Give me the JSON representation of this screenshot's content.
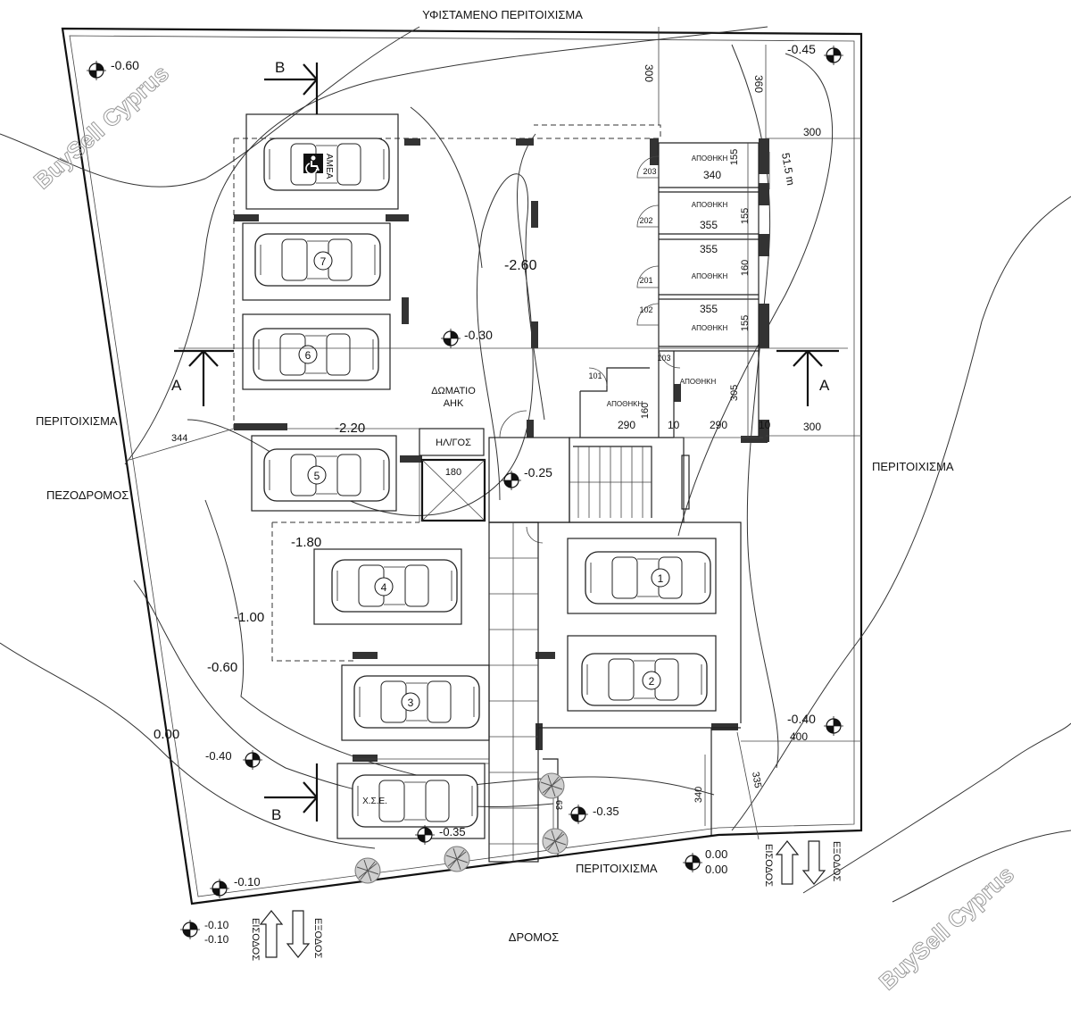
{
  "labels": {
    "existing_wall": "ΥΦΙΣΤΑΜΕΝΟ ΠΕΡΙΤΟΙΧΙΣΜΑ",
    "wall_left": "ΠΕΡΙΤΟΙΧΙΣΜΑ",
    "wall_right": "ΠΕΡΙΤΟΙΧΙΣΜΑ",
    "wall_bottom": "ΠΕΡΙΤΟΙΧΙΣΜΑ",
    "sidewalk": "ΠΕΖΟΔΡΟΜΟΣ",
    "road": "ΔΡΟΜΟΣ",
    "electrical_room_1": "ΔΩΜΑΤΙΟ",
    "electrical_room_2": "ΑΗΚ",
    "lift": "ΗΛ/ΓΟΣ",
    "lift_size": "180",
    "storage": "ΑΠΟΘΗΚΗ",
    "disabled": "ΑΜΕΑ",
    "xse": "Χ.Σ.Ε.",
    "entrance": "ΕΙΣΟΔΟΣ",
    "exit": "ΕΞΟΔΟΣ",
    "sec_a": "A",
    "sec_b": "B",
    "boundary_len": "51.5 m"
  },
  "levels": {
    "l1": "-0.60",
    "l2": "-0.45",
    "l3": "-2.60",
    "l4": "-0.30",
    "l5": "-2.20",
    "l6": "-0.25",
    "l7": "-1.80",
    "l8": "-1.00",
    "l9": "-0.60",
    "l10": "0.00",
    "l11": "-0.40",
    "l12": "-0.40",
    "l13": "-0.35",
    "l14": "-0.35",
    "l15": "0.00",
    "l16": "0.00",
    "l17": "-0.10",
    "l18": "-0.10",
    "l19": "-0.10"
  },
  "dims": {
    "d300a": "300",
    "d360": "360",
    "d300b": "300",
    "d340": "340",
    "d155a": "155",
    "d355a": "355",
    "d155b": "155",
    "d355b": "355",
    "d160a": "160",
    "d355c": "355",
    "d155c": "155",
    "d305": "305",
    "d160b": "160",
    "d290a": "290",
    "d10a": "10",
    "d290b": "290",
    "d10b": "10",
    "d300c": "300",
    "d344": "344",
    "d400": "400",
    "d335": "335",
    "d340b": "340",
    "d63": "63"
  },
  "rooms": {
    "r203": "203",
    "r202": "202",
    "r201": "201",
    "r102": "102",
    "r103": "103",
    "r101": "101"
  },
  "cars": {
    "c1": "1",
    "c2": "2",
    "c3": "3",
    "c4": "4",
    "c5": "5",
    "c6": "6",
    "c7": "7"
  },
  "watermark": "BuySell Cyprus",
  "colors": {
    "ink": "#111111",
    "watermark": "#9a9a9a"
  }
}
